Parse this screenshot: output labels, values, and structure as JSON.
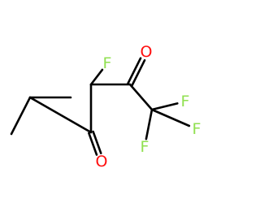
{
  "molecule": {
    "atoms": [
      {
        "id": "c1",
        "element": "C",
        "label": ""
      },
      {
        "id": "c2",
        "element": "C",
        "label": ""
      },
      {
        "id": "c3",
        "element": "C",
        "label": ""
      },
      {
        "id": "c4",
        "element": "C",
        "label": ""
      },
      {
        "id": "c5",
        "element": "C",
        "label": ""
      },
      {
        "id": "c6",
        "element": "C",
        "label": ""
      },
      {
        "id": "c7",
        "element": "C",
        "label": ""
      },
      {
        "id": "o1",
        "element": "O",
        "label": "O"
      },
      {
        "id": "f1",
        "element": "F",
        "label": "F"
      },
      {
        "id": "o2",
        "element": "O",
        "label": "O"
      },
      {
        "id": "f2",
        "element": "F",
        "label": "F"
      },
      {
        "id": "f3",
        "element": "F",
        "label": "F"
      },
      {
        "id": "f4",
        "element": "F",
        "label": "F"
      }
    ],
    "bonds": [
      {
        "from": "c1",
        "to": "c2",
        "order": 1
      },
      {
        "from": "c2",
        "to": "c3",
        "order": 1
      },
      {
        "from": "c2",
        "to": "c4",
        "order": 1
      },
      {
        "from": "c4",
        "to": "o1",
        "order": 2
      },
      {
        "from": "c4",
        "to": "c5",
        "order": 1
      },
      {
        "from": "c5",
        "to": "f1",
        "order": 1
      },
      {
        "from": "c5",
        "to": "c6",
        "order": 1
      },
      {
        "from": "c6",
        "to": "o2",
        "order": 2
      },
      {
        "from": "c6",
        "to": "c7",
        "order": 1
      },
      {
        "from": "c7",
        "to": "f2",
        "order": 1
      },
      {
        "from": "c7",
        "to": "f3",
        "order": 1
      },
      {
        "from": "c7",
        "to": "f4",
        "order": 1
      }
    ]
  },
  "colors": {
    "bond": "#000000",
    "oxygen": "#ff0d0d",
    "fluorine": "#90e050"
  }
}
